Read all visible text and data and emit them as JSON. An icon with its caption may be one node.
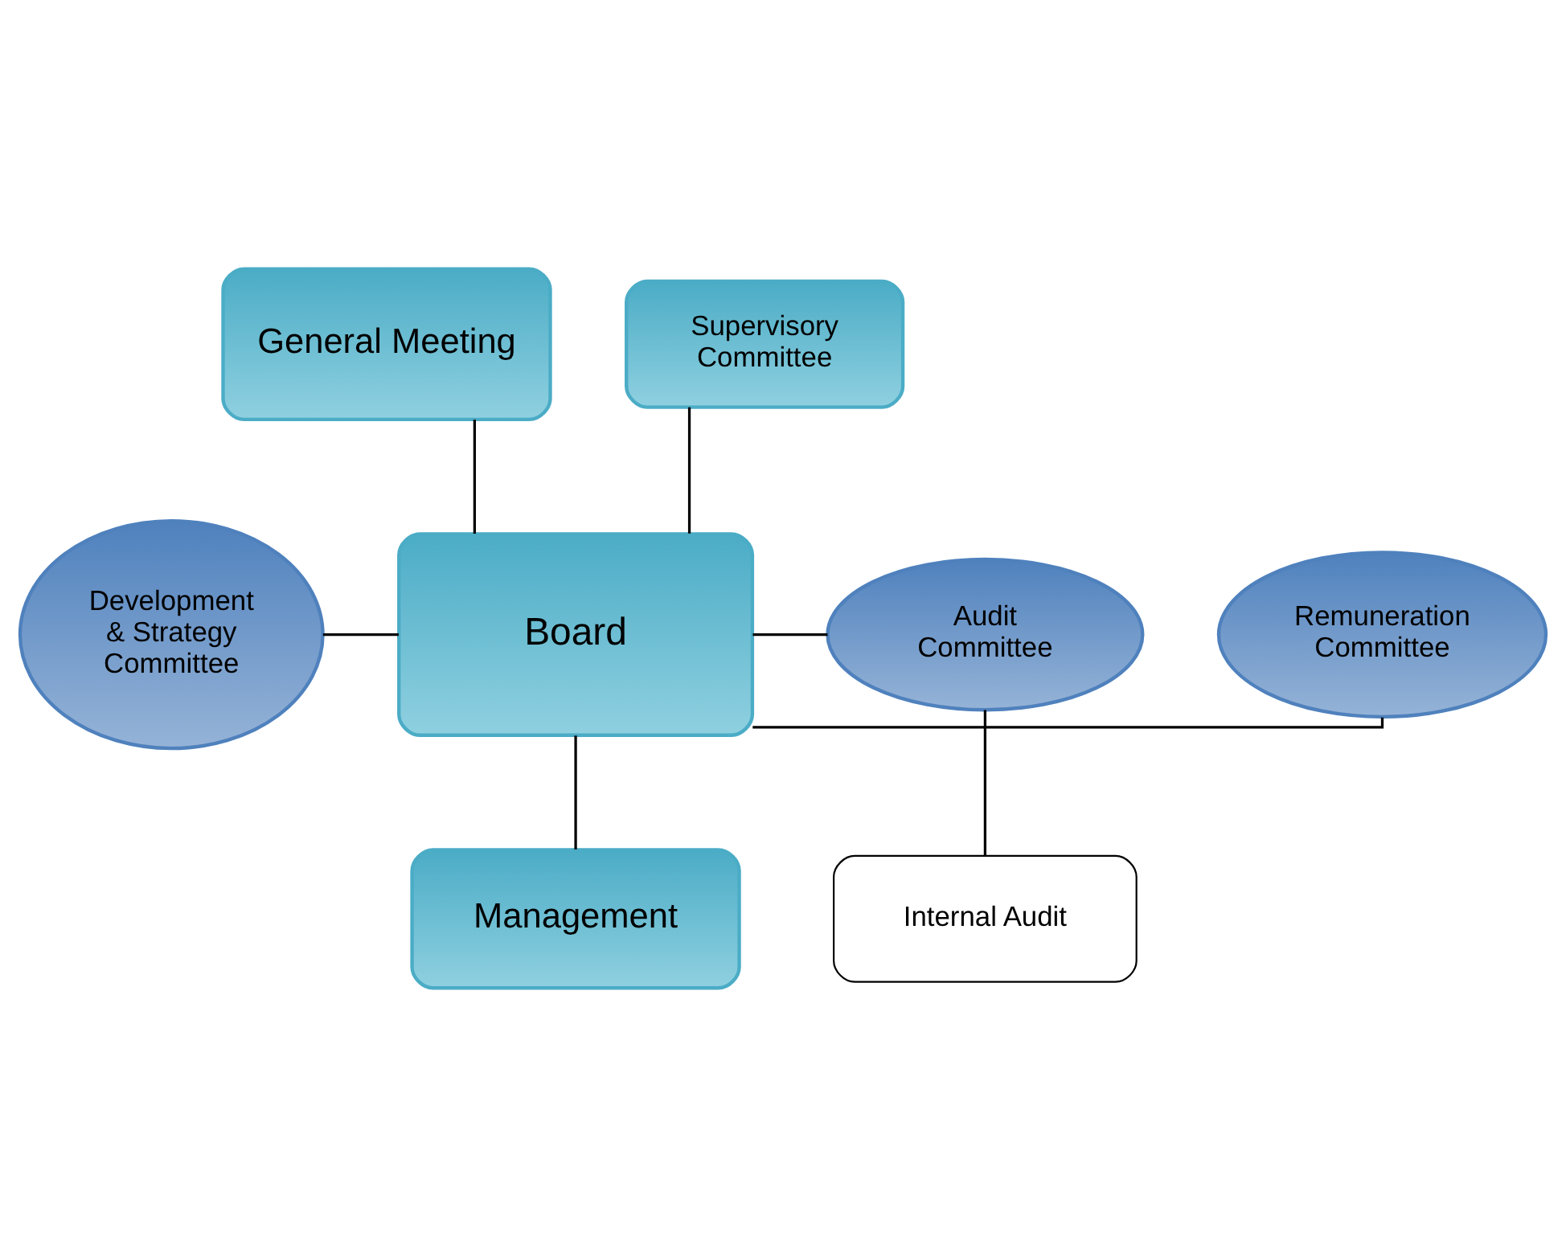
{
  "diagram": {
    "nodes": [
      {
        "text": [
          "General Meeting"
        ]
      },
      {
        "text": [
          "Supervisory Committee"
        ]
      },
      {
        "text": [
          "Development & Strategy Committee"
        ]
      },
      {
        "text": [
          "Board"
        ]
      },
      {
        "text": [
          "Remuneration Committee"
        ]
      },
      {
        "text": [
          "Audit Committee"
        ]
      },
      {
        "text": [
          "Management"
        ]
      },
      {
        "text": [
          "Internal Audit"
        ]
      }
    ],
    "edges": [
      {
        "from": 0,
        "to": 3,
        "arrow": "none"
      },
      {
        "from": 1,
        "to": 3,
        "arrow": "none"
      },
      {
        "from": 3,
        "to": 4,
        "arrow": "none"
      },
      {
        "from": 3,
        "to": 5,
        "arrow": "none"
      },
      {
        "from": 2,
        "to": 3,
        "arrow": "none"
      },
      {
        "from": 3,
        "to": 6,
        "arrow": "none"
      },
      {
        "from": 5,
        "to": 7,
        "arrow": "none"
      }
    ]
  }
}
